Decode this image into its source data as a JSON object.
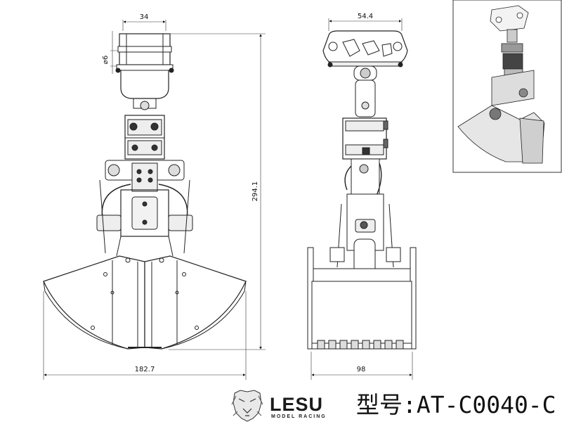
{
  "dimensions": {
    "front_top_width": "34",
    "front_pin_diameter": "⌀6",
    "overall_height": "294.1",
    "front_open_width": "182.7",
    "side_top_width": "54.4",
    "side_bucket_width": "98"
  },
  "brand": {
    "name": "LESU",
    "tagline": "MODEL RACING",
    "logo_icon": "lion-head-icon"
  },
  "model": {
    "label": "型号:AT-C0040-C"
  }
}
